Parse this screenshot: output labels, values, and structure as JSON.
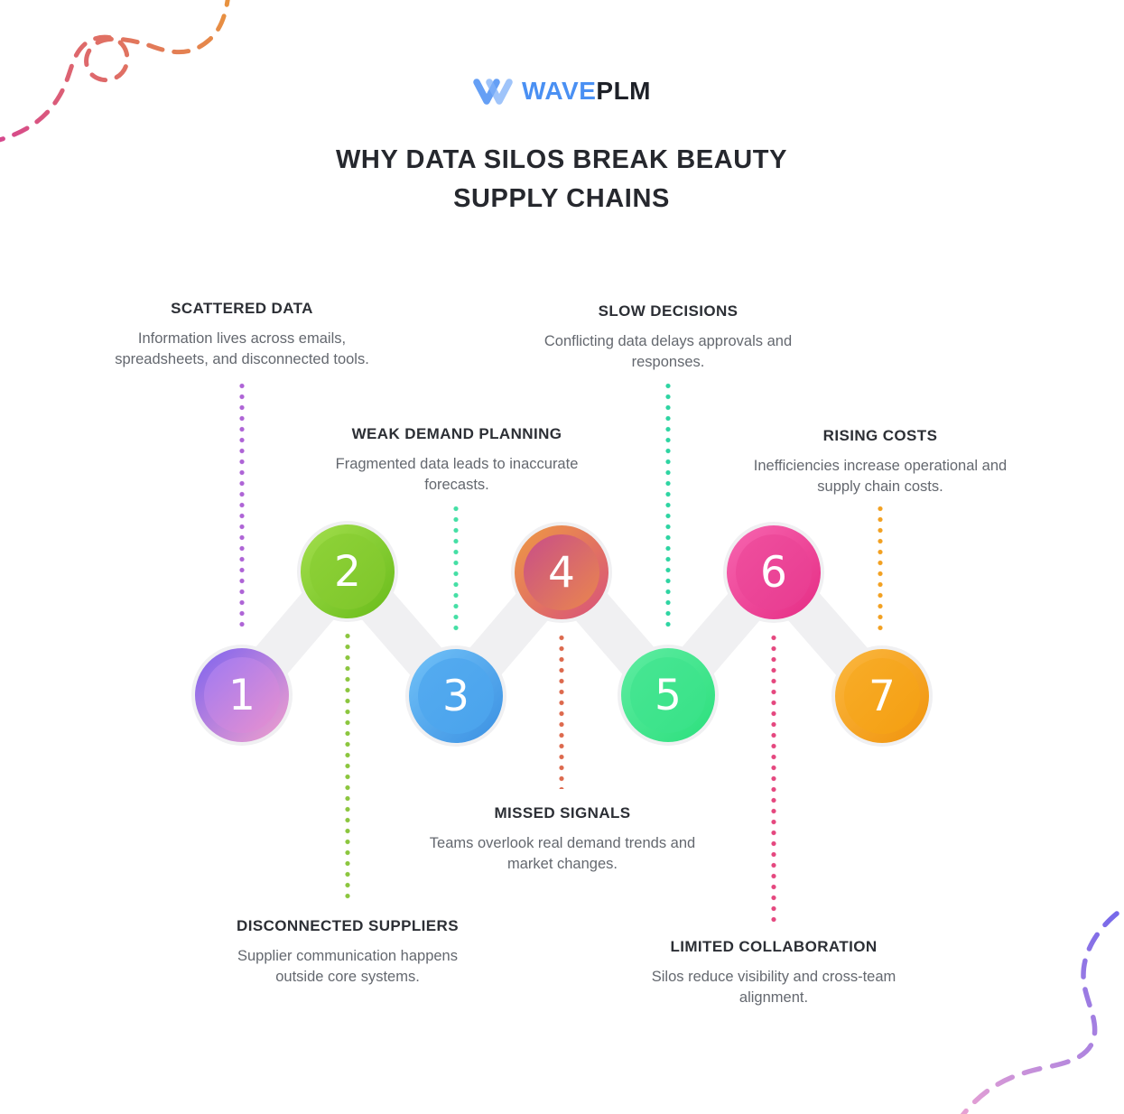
{
  "brand": {
    "icon": "waveplm-w-icon",
    "name_primary": "WAVE",
    "name_secondary": "PLM",
    "blue": "#4a90f3",
    "dark": "#1e2128"
  },
  "title": {
    "line1": "WHY DATA SILOS BREAK BEAUTY",
    "line2": "SUPPLY CHAINS"
  },
  "wave": {
    "band_color": "#f0f0f2"
  },
  "decor": {
    "top_left_start": "#d6488e",
    "top_left_end": "#e8923f",
    "bottom_right_start": "#7668ea",
    "bottom_right_end": "#eda4d2"
  },
  "steps": [
    {
      "number": "1",
      "label": "SCATTERED DATA",
      "description": "Information lives across emails, spreadsheets, and disconnected tools.",
      "colors": {
        "outer_start": "#7d63ef",
        "outer_end": "#f2a0cc",
        "inner_start": "#9f7af2",
        "inner_end": "#e890cf",
        "dots": "#ae64d6"
      }
    },
    {
      "number": "2",
      "label": "DISCONNECTED SUPPLIERS",
      "description": "Supplier communication happens outside core systems.",
      "colors": {
        "outer_start": "#a4df4e",
        "outer_end": "#68bb19",
        "inner_start": "#8ed238",
        "inner_end": "#7ec62a",
        "dots": "#8cc63f"
      }
    },
    {
      "number": "3",
      "label": "WEAK DEMAND PLANNING",
      "description": "Fragmented data leads to inaccurate forecasts.",
      "colors": {
        "outer_start": "#72c2f8",
        "outer_end": "#3a90e2",
        "inner_start": "#54abf0",
        "inner_end": "#4aa3ec",
        "dots": "#45dfa5"
      }
    },
    {
      "number": "4",
      "label": "MISSED SIGNALS",
      "description": "Teams overlook real demand trends and market changes.",
      "colors": {
        "outer_start": "#ee9a42",
        "outer_end": "#d8517c",
        "inner_start": "#c84e88",
        "inner_end": "#ea874d",
        "dots": "#dd6a4e"
      }
    },
    {
      "number": "5",
      "label": "SLOW DECISIONS",
      "description": "Conflicting data delays approvals and responses.",
      "colors": {
        "outer_start": "#5feca2",
        "outer_end": "#2bdf7c",
        "inner_start": "#47e693",
        "inner_end": "#38e287",
        "dots": "#2ed4a2"
      }
    },
    {
      "number": "6",
      "label": "LIMITED COLLABORATION",
      "description": "Silos reduce visibility and cross-team alignment.",
      "colors": {
        "outer_start": "#f766b0",
        "outer_end": "#e52c84",
        "inner_start": "#ef4f9e",
        "inner_end": "#e83b90",
        "dots": "#e5487f"
      }
    },
    {
      "number": "7",
      "label": "RISING COSTS",
      "description": "Inefficiencies increase operational and supply chain costs.",
      "colors": {
        "outer_start": "#fbb840",
        "outer_end": "#f0930c",
        "inner_start": "#f8ac28",
        "inner_end": "#f49f12",
        "dots": "#f2a122"
      }
    }
  ]
}
